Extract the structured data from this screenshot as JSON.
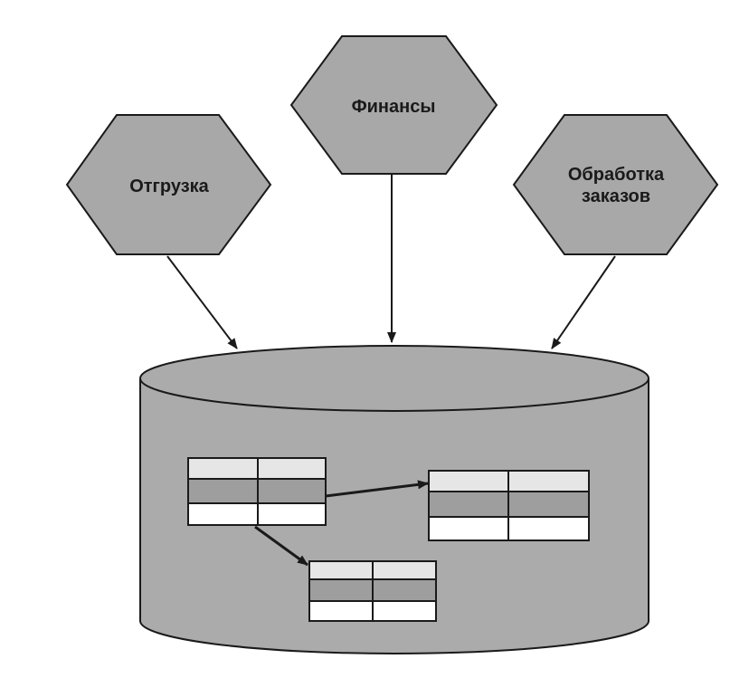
{
  "services": {
    "shipping": {
      "lines": [
        "Отгрузка"
      ]
    },
    "finance": {
      "lines": [
        "Финансы"
      ]
    },
    "orders": {
      "lines": [
        "Обработка",
        "заказов"
      ]
    }
  },
  "colors": {
    "background": "#ffffff",
    "hexagon_fill": "#a8a8a8",
    "cylinder_fill": "#ababab",
    "stroke": "#1a1a1a",
    "table_header": "#e6e6e6",
    "table_row_dark": "#9e9e9e",
    "table_row_light": "#ffffff"
  },
  "icons": {
    "service": "hexagon-service-icon",
    "database": "cylinder-database-icon",
    "table": "table-icon"
  }
}
